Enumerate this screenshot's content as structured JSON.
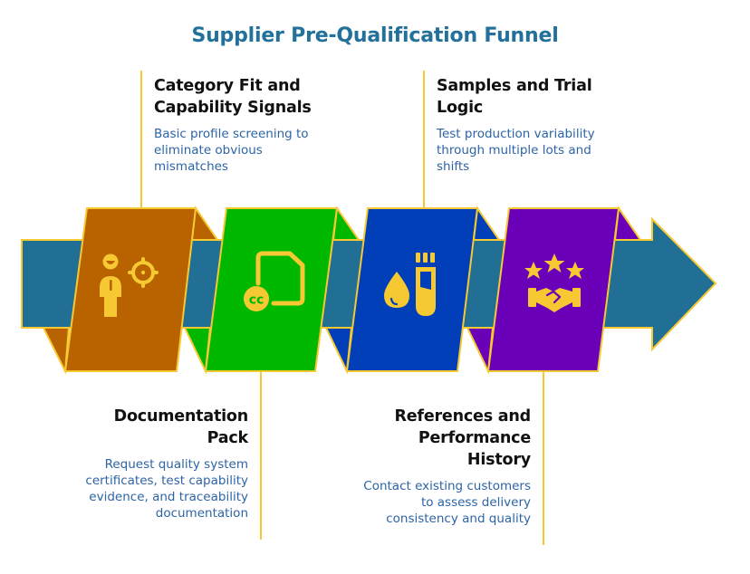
{
  "title": "Supplier Pre-Qualification Funnel",
  "colors": {
    "title": "#23709a",
    "band": "#216f95",
    "outline": "#f6c832",
    "icon": "#f6c832",
    "heading": "#111111",
    "description": "#2d64a6"
  },
  "steps": [
    {
      "heading": "Category Fit and Capability Signals",
      "heading_lines": [
        "Category Fit and",
        "Capability Signals"
      ],
      "description": "Basic profile screening to eliminate obvious mismatches",
      "position": "top",
      "panel_color": "#b86200",
      "icon": "person-target-icon"
    },
    {
      "heading": "Documentation Pack",
      "heading_lines": [
        "Documentation",
        "Pack"
      ],
      "description": "Request quality system certificates, test capability evidence, and traceability documentation",
      "position": "bottom",
      "panel_color": "#00b800",
      "icon": "document-certificate-icon"
    },
    {
      "heading": "Samples and Trial Logic",
      "heading_lines": [
        "Samples and Trial",
        "Logic"
      ],
      "description": "Test production variability through multiple lots and shifts",
      "position": "top",
      "panel_color": "#003fb8",
      "icon": "sample-test-tube-icon"
    },
    {
      "heading": "References and Performance History",
      "heading_lines": [
        "References and",
        "Performance",
        "History"
      ],
      "description": "Contact existing customers to assess delivery consistency and quality",
      "position": "bottom",
      "panel_color": "#6a00b8",
      "icon": "stars-handshake-icon"
    }
  ]
}
